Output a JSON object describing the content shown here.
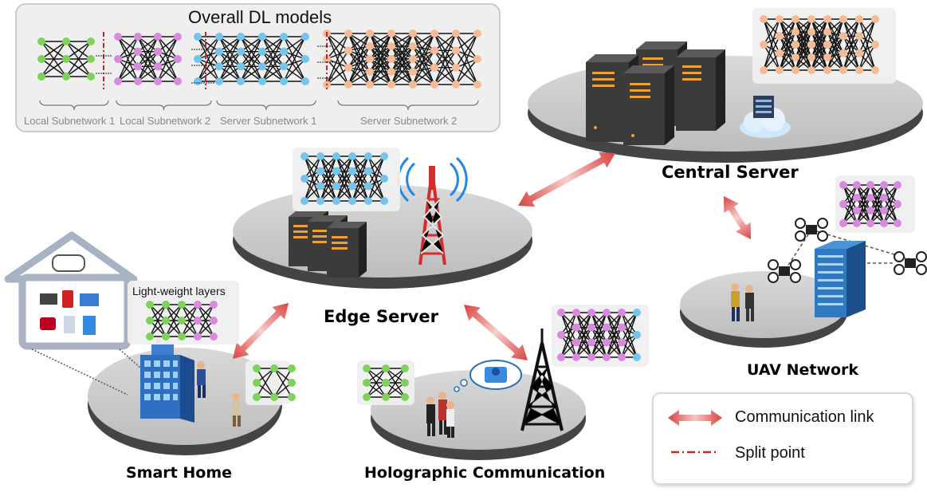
{
  "overall_panel": {
    "title": "Overall DL models",
    "subnetworks": [
      "Local Subnetwork 1",
      "Local Subnetwork 2",
      "Server Subnetwork 1",
      "Server Subnetwork 2"
    ]
  },
  "nodes": {
    "central_server": "Central Server",
    "edge_server": "Edge Server",
    "smart_home": "Smart Home",
    "holographic": "Holographic Communication",
    "uav_network": "UAV Network"
  },
  "lightweight_label": "Light-weight layers",
  "legend": {
    "communication_link": "Communication link",
    "split_point": "Split point"
  },
  "colors": {
    "local1": "#7dd35a",
    "local2": "#d98ade",
    "server1": "#73c4ee",
    "server2": "#f6bb96",
    "arrow": "#d9433f",
    "split": "#c0272d",
    "platform": "#d4d4d4"
  }
}
